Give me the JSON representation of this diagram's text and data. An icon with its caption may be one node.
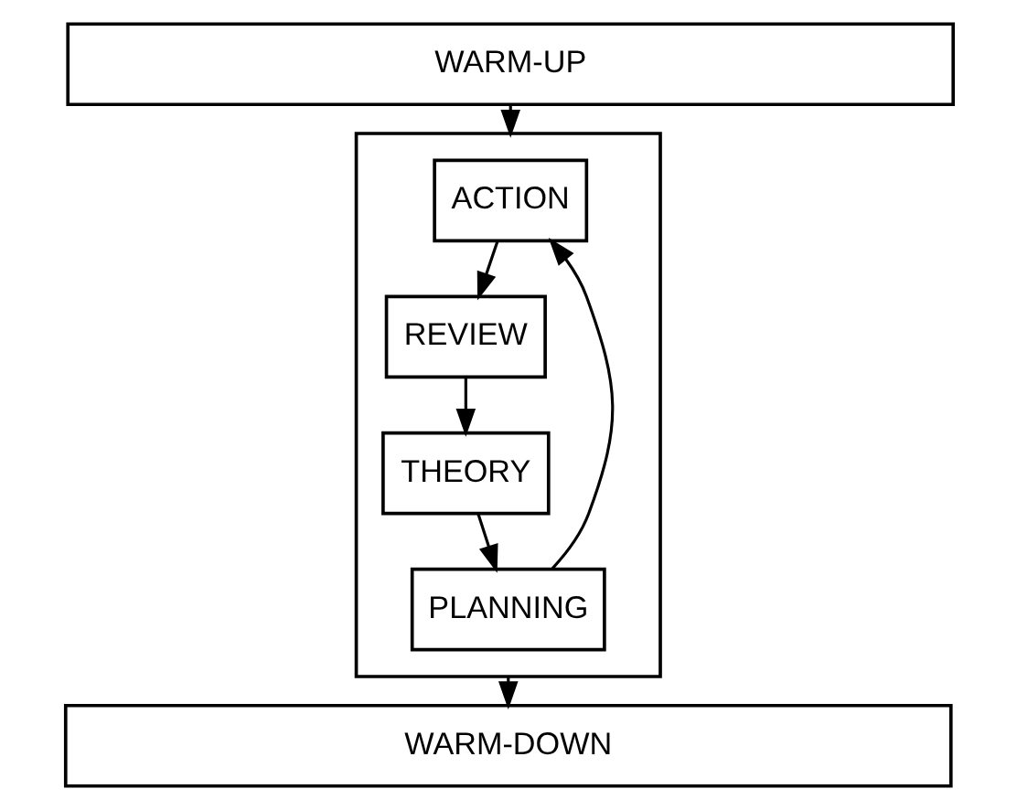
{
  "diagram": {
    "nodes": [
      {
        "text": [
          "WARM-UP"
        ]
      },
      {
        "text": [],
        "shape": "box"
      },
      {
        "text": [
          "ACTION"
        ],
        "in": 1
      },
      {
        "text": [
          "REVIEW"
        ],
        "in": 1
      },
      {
        "text": [
          "THEORY"
        ],
        "in": 1
      },
      {
        "text": [
          "PLANNING"
        ],
        "in": 1
      },
      {
        "text": [
          "WARM-DOWN"
        ]
      }
    ],
    "edges": [
      {
        "from": 0,
        "to": 1,
        "arrow": "to"
      },
      {
        "from": 2,
        "to": 3,
        "arrow": "to"
      },
      {
        "from": 3,
        "to": 4,
        "arrow": "to"
      },
      {
        "from": 4,
        "to": 5,
        "arrow": "to"
      },
      {
        "from": 5,
        "to": 2,
        "arrow": "to"
      },
      {
        "from": 1,
        "to": 6,
        "arrow": "to"
      }
    ]
  }
}
